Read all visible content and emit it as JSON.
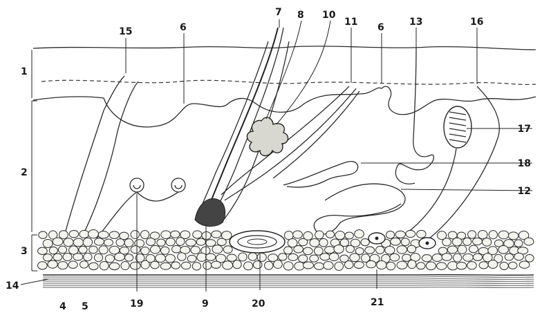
{
  "labels": {
    "l1": "1",
    "l2": "2",
    "l3": "3",
    "l4": "4",
    "l5": "5",
    "l6a": "6",
    "l6b": "6",
    "l7": "7",
    "l8": "8",
    "l9": "9",
    "l10": "10",
    "l11": "11",
    "l12": "12",
    "l13": "13",
    "l14": "14",
    "l15": "15",
    "l16": "16",
    "l17": "17",
    "l18": "18",
    "l19": "19",
    "l20": "20",
    "l21": "21"
  },
  "colors": {
    "ink": "#2a2a2a",
    "paper": "#ffffff",
    "fat": "#f4f4ee",
    "gland": "#d8d8d0"
  }
}
